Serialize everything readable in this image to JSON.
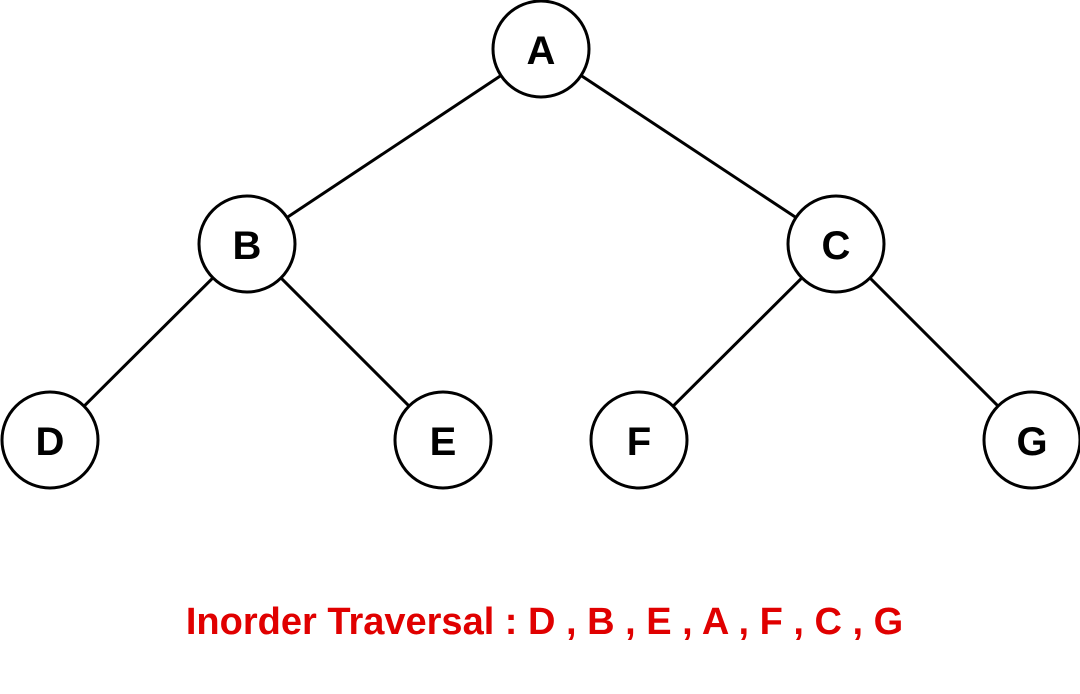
{
  "diagram": {
    "nodes": [
      {
        "id": "A",
        "label": "A"
      },
      {
        "id": "B",
        "label": "B"
      },
      {
        "id": "C",
        "label": "C"
      },
      {
        "id": "D",
        "label": "D"
      },
      {
        "id": "E",
        "label": "E"
      },
      {
        "id": "F",
        "label": "F"
      },
      {
        "id": "G",
        "label": "G"
      }
    ],
    "edges": [
      {
        "from": "A",
        "to": "B"
      },
      {
        "from": "A",
        "to": "C"
      },
      {
        "from": "B",
        "to": "D"
      },
      {
        "from": "B",
        "to": "E"
      },
      {
        "from": "C",
        "to": "F"
      },
      {
        "from": "C",
        "to": "G"
      }
    ]
  },
  "caption": {
    "text": "Inorder Traversal : D , B , E , A , F , C , G",
    "color": "#e00000"
  }
}
